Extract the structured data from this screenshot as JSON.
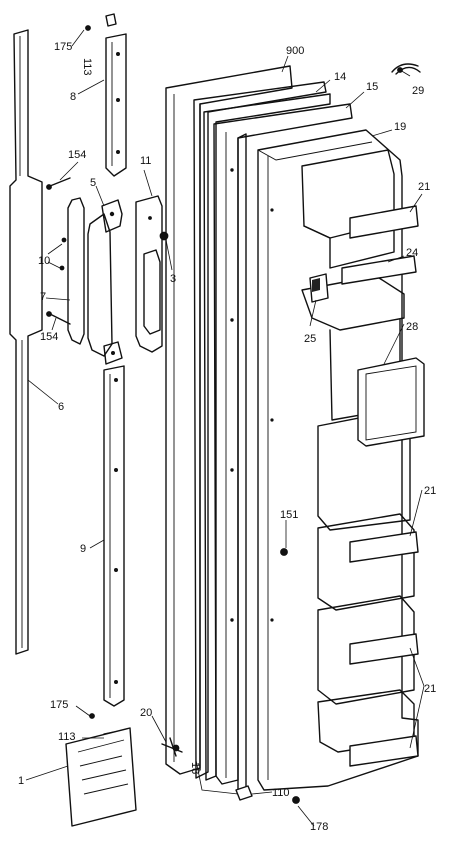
{
  "diagram": {
    "callouts": {
      "c1": "1",
      "c3": "3",
      "c5": "5",
      "c6": "6",
      "c7": "7",
      "c8": "8",
      "c9": "9",
      "c10": "10",
      "c11": "11",
      "c14": "14",
      "c15": "15",
      "c18": "18",
      "c19": "19",
      "c20": "20",
      "c21a": "21",
      "c21b": "21",
      "c21c": "21",
      "c24": "24",
      "c25": "25",
      "c28": "28",
      "c29": "29",
      "c110": "110",
      "c113a": "113",
      "c113b": "113",
      "c151": "151",
      "c154a": "154",
      "c154b": "154",
      "c175a": "175",
      "c175b": "175",
      "c178": "178",
      "c900": "900"
    }
  }
}
